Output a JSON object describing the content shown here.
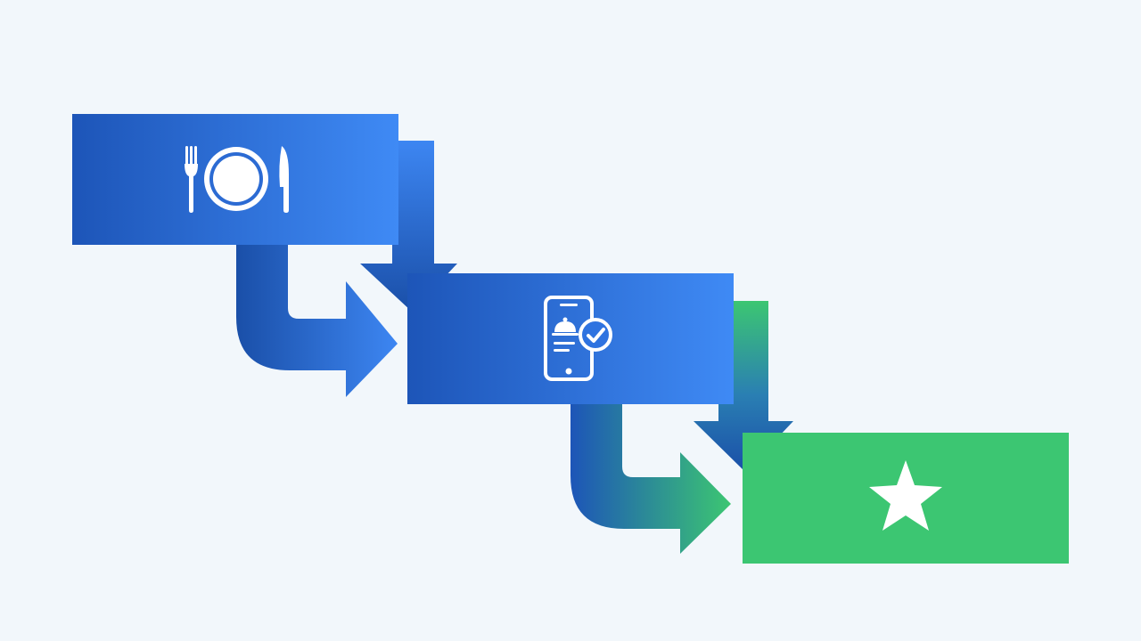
{
  "colors": {
    "background": "#f2f7fb",
    "blue_dark": "#1d55b8",
    "blue_light": "#3f8af5",
    "arrow_dark": "#1a4fa8",
    "arrow_mid": "#2b6ed6",
    "arrow_light": "#3d86f2",
    "green": "#3cc672",
    "green_dark": "#2fa862",
    "icon": "#ffffff"
  },
  "steps": [
    {
      "id": "dining",
      "icon": "fork-plate-knife-icon",
      "color": "blue"
    },
    {
      "id": "mobile-order",
      "icon": "phone-cloche-check-icon",
      "color": "blue"
    },
    {
      "id": "rating",
      "icon": "star-icon",
      "color": "green"
    }
  ]
}
